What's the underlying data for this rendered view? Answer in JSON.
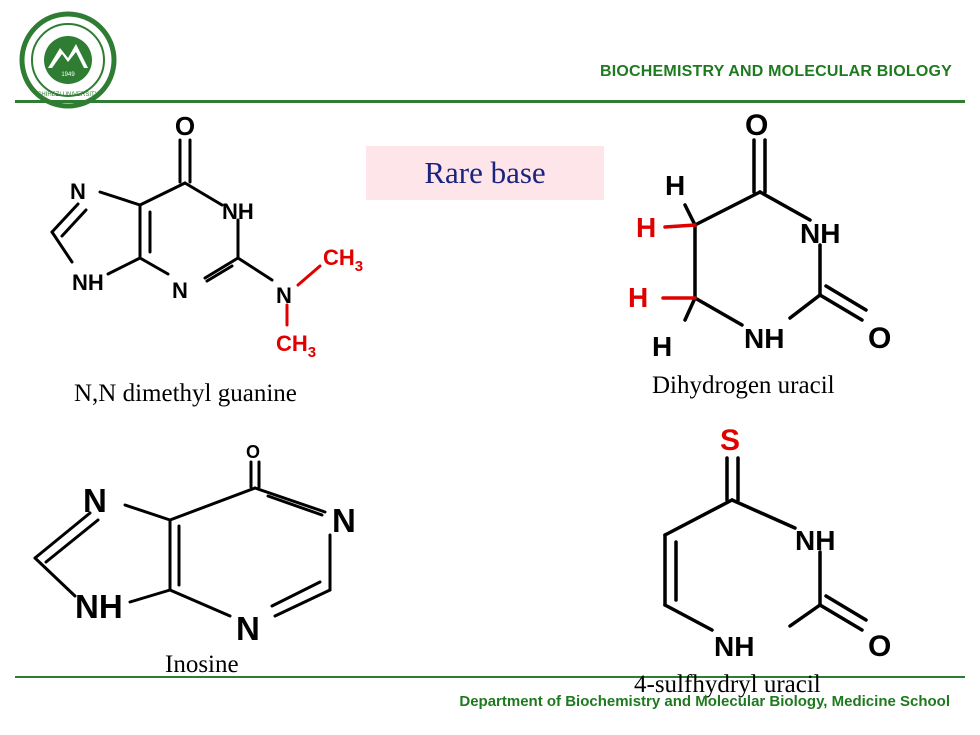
{
  "header": {
    "department_title": "BIOCHEMISTRY  AND MOLECULAR BIOLOGY",
    "logo_text": "SHIHEZI UNIVERSITY",
    "logo_year": "1949"
  },
  "title": "Rare base",
  "structures": [
    {
      "name": "N,N dimethyl guanine"
    },
    {
      "name": "Dihydrogen uracil"
    },
    {
      "name": "Inosine"
    },
    {
      "name": "4-sulfhydryl  uracil"
    }
  ],
  "atoms": {
    "o": "O",
    "n": "N",
    "nh": "NH",
    "h": "H",
    "s": "S",
    "ch": "CH",
    "sub3": "3"
  },
  "footer": {
    "text": "Department  of Biochemistry and Molecular Biology, Medicine School"
  },
  "colors": {
    "accent_green": "#1e7a1e",
    "highlight_red": "#e00000",
    "title_bg": "#fde5ea",
    "title_text": "#1a237e"
  }
}
